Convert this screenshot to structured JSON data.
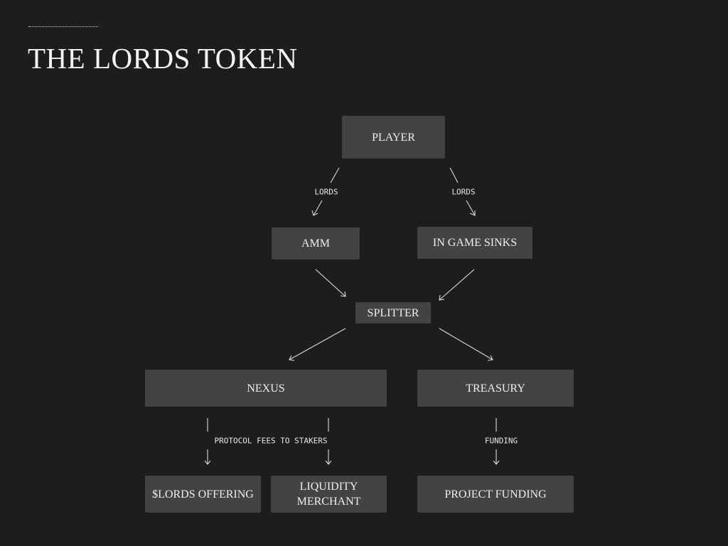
{
  "title": "THE LORDS TOKEN",
  "nodes": {
    "player": "PLAYER",
    "amm": "AMM",
    "in_game_sinks": "IN GAME SINKS",
    "splitter": "SPLITTER",
    "nexus": "NEXUS",
    "treasury": "TREASURY",
    "lords_offering": "$LORDS OFFERING",
    "liquidity_merchant": "LIQUIDITY MERCHANT",
    "project_funding": "PROJECT FUNDING"
  },
  "edge_labels": {
    "player_to_amm": "LORDS",
    "player_to_sinks": "LORDS",
    "nexus_to_children": "PROTOCOL FEES TO STAKERS",
    "treasury_to_funding": "FUNDING"
  }
}
